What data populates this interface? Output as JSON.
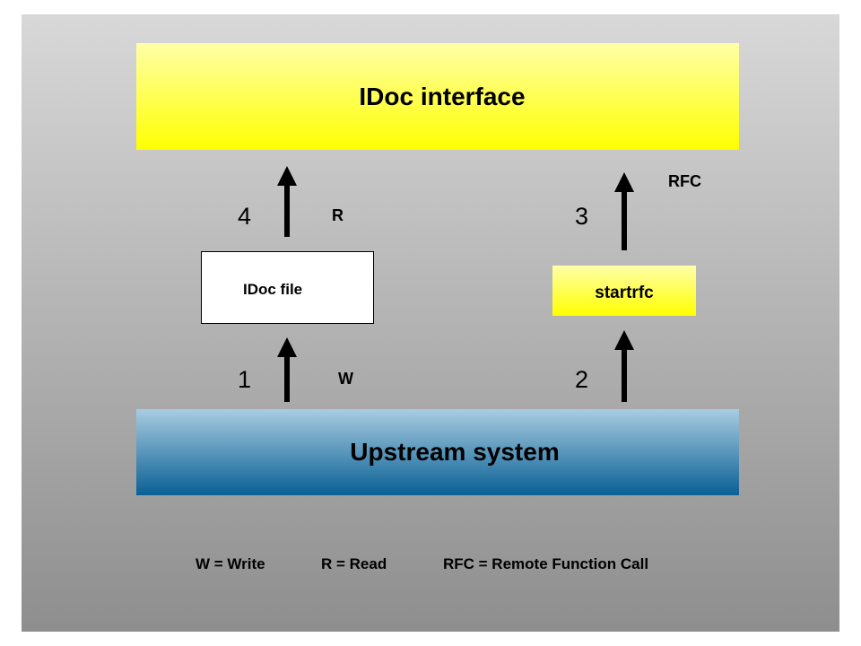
{
  "diagram": {
    "nodes": {
      "idoc_interface": "IDoc interface",
      "idoc_file": "IDoc file",
      "startrfc": "startrfc",
      "upstream_system": "Upstream system"
    },
    "steps": [
      {
        "number": "1",
        "label": "W",
        "from": "Upstream system",
        "to": "IDoc file"
      },
      {
        "number": "2",
        "label": "",
        "from": "Upstream system",
        "to": "startrfc"
      },
      {
        "number": "3",
        "label": "RFC",
        "from": "startrfc",
        "to": "IDoc interface"
      },
      {
        "number": "4",
        "label": "R",
        "from": "IDoc file",
        "to": "IDoc interface"
      }
    ],
    "legend": [
      "W = Write",
      "R = Read",
      "RFC = Remote Function Call"
    ]
  },
  "colors": {
    "interface_yellow": "#ffff00",
    "upstream_blue": "#0a6096",
    "upstream_light_blue": "#a8cce0",
    "background_top": "#d8d8d8",
    "background_bottom": "#8e8e8e"
  }
}
